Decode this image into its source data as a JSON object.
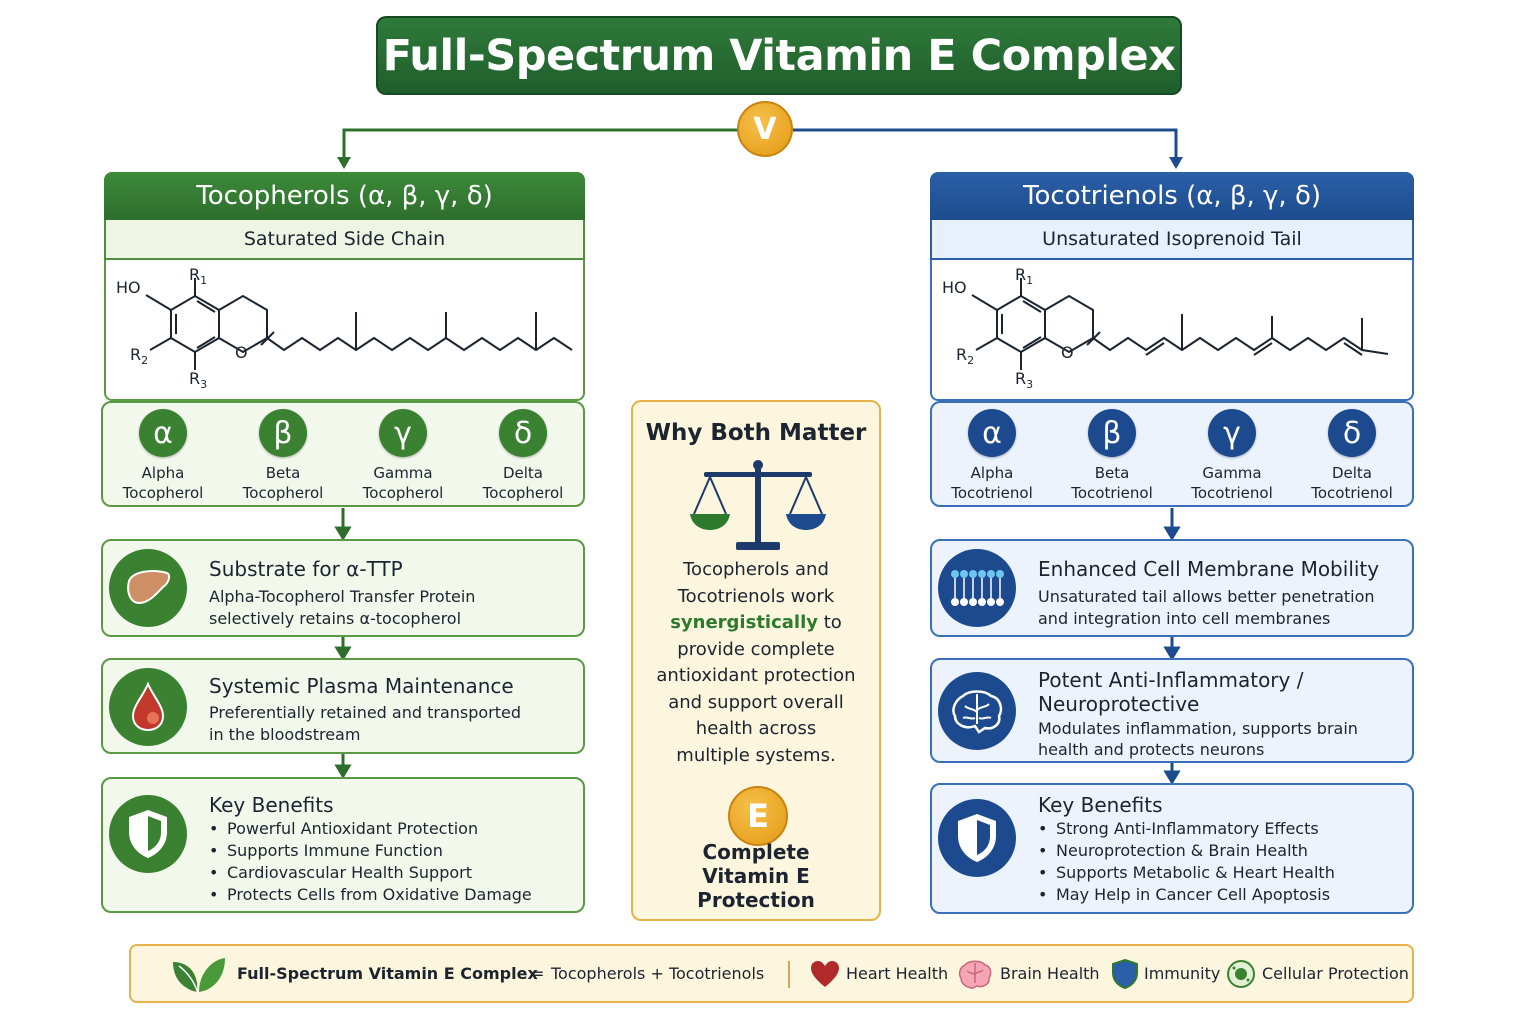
{
  "title": "Full-Spectrum Vitamin E Complex",
  "badge_letter": "V",
  "colors": {
    "green": "#2d6e2c",
    "blue": "#1d4c8e",
    "gold": "#e39a14",
    "cream": "#fdf6df"
  },
  "left": {
    "header": "Tocopherols (α, β, γ, δ)",
    "subheader": "Saturated Side Chain",
    "structure": {
      "ho": "HO",
      "r1": "R",
      "r1_sub": "1",
      "r2": "R",
      "r2_sub": "2",
      "r3": "R",
      "r3_sub": "3",
      "o": "O"
    },
    "forms": [
      {
        "symbol": "α",
        "line1": "Alpha",
        "line2": "Tocopherol"
      },
      {
        "symbol": "β",
        "line1": "Beta",
        "line2": "Tocopherol"
      },
      {
        "symbol": "γ",
        "line1": "Gamma",
        "line2": "Tocopherol"
      },
      {
        "symbol": "δ",
        "line1": "Delta",
        "line2": "Tocopherol"
      }
    ],
    "cards": [
      {
        "icon": "liver-icon",
        "title": "Substrate for α-TTP",
        "line1": "Alpha-Tocopherol Transfer Protein",
        "line2": "selectively retains α-tocopherol"
      },
      {
        "icon": "blood-drop-icon",
        "title": "Systemic Plasma Maintenance",
        "line1": "Preferentially retained and transported",
        "line2": "in the bloodstream"
      }
    ],
    "benefits": {
      "icon": "shield-icon",
      "title": "Key Benefits",
      "items": [
        "Powerful Antioxidant Protection",
        "Supports Immune Function",
        "Cardiovascular Health Support",
        "Protects Cells from Oxidative Damage"
      ]
    }
  },
  "right": {
    "header": "Tocotrienols (α, β, γ, δ)",
    "subheader": "Unsaturated Isoprenoid Tail",
    "structure": {
      "ho": "HO",
      "r1": "R",
      "r1_sub": "1",
      "r2": "R",
      "r2_sub": "2",
      "r3": "R",
      "r3_sub": "3",
      "o": "O"
    },
    "forms": [
      {
        "symbol": "α",
        "line1": "Alpha",
        "line2": "Tocotrienol"
      },
      {
        "symbol": "β",
        "line1": "Beta",
        "line2": "Tocotrienol"
      },
      {
        "symbol": "γ",
        "line1": "Gamma",
        "line2": "Tocotrienol"
      },
      {
        "symbol": "δ",
        "line1": "Delta",
        "line2": "Tocotrienol"
      }
    ],
    "cards": [
      {
        "icon": "cell-membrane-icon",
        "title": "Enhanced Cell Membrane Mobility",
        "line1": "Unsaturated tail allows better penetration",
        "line2": "and integration into cell membranes"
      },
      {
        "icon": "brain-icon",
        "title_line1": "Potent Anti-Inflammatory /",
        "title_line2": "Neuroprotective",
        "line1": "Modulates inflammation, supports brain",
        "line2": "health and protects neurons"
      }
    ],
    "benefits": {
      "icon": "shield-icon",
      "title": "Key Benefits",
      "items": [
        "Strong Anti-Inflammatory Effects",
        "Neuroprotection & Brain Health",
        "Supports Metabolic & Heart Health",
        "May Help in Cancer Cell Apoptosis"
      ]
    }
  },
  "center": {
    "title": "Why Both Matter",
    "body_lines": [
      "Tocopherols and",
      "Tocotrienols work"
    ],
    "body_highlight": "synergistically",
    "body_after_highlight": " to",
    "body_rest": [
      "provide complete",
      "antioxidant protection",
      "and support overall",
      "health across",
      "multiple systems."
    ],
    "badge_letter": "E",
    "footer_lines": [
      "Complete",
      "Vitamin E",
      "Protection"
    ]
  },
  "bottom": {
    "formula_left": "Full-Spectrum Vitamin E Complex",
    "equals": "=",
    "formula_right": "Tocopherols + Tocotrienols",
    "items": [
      {
        "icon": "heart-icon",
        "label": "Heart Health"
      },
      {
        "icon": "brain-icon",
        "label": "Brain Health"
      },
      {
        "icon": "shield-icon",
        "label": "Immunity"
      },
      {
        "icon": "cell-icon",
        "label": "Cellular Protection"
      }
    ]
  }
}
